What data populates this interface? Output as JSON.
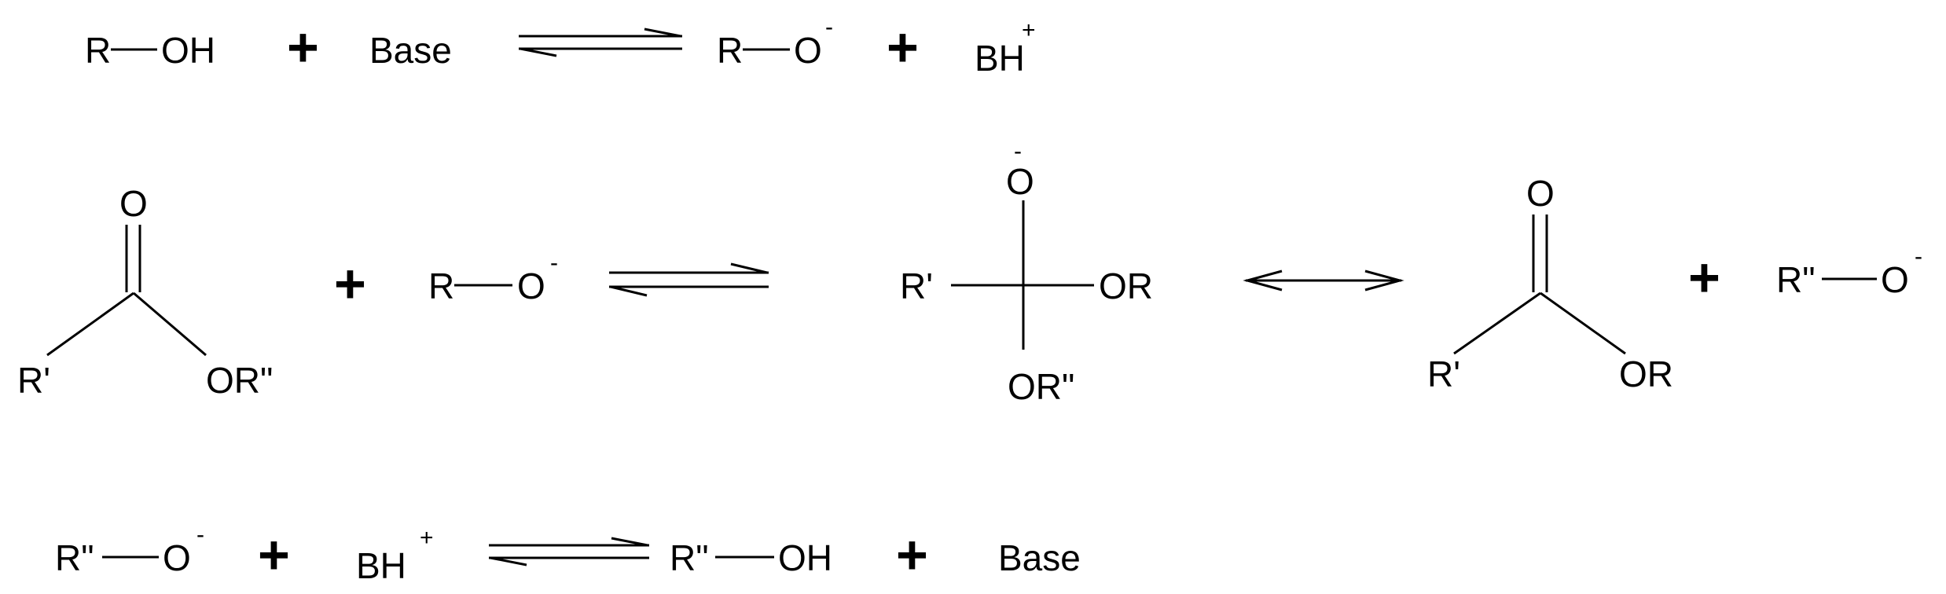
{
  "scheme": {
    "step1": {
      "r": "R",
      "oh": "OH",
      "plus1": "+",
      "base": "Base",
      "r2": "R",
      "o_minus": "O",
      "charge_minus": "-",
      "plus2": "+",
      "bh": "BH",
      "charge_plus": "+"
    },
    "step2": {
      "ester": {
        "o": "O",
        "r_prime": "R'",
        "or_dprime": "OR\""
      },
      "plus1": "+",
      "alkoxide": {
        "r": "R",
        "o": "O",
        "charge": "-"
      },
      "tetra": {
        "o_top": "O",
        "charge": "-",
        "r_prime": "R'",
        "or": "OR",
        "or_dprime": "OR\""
      },
      "product_ester": {
        "o": "O",
        "r_prime": "R'",
        "or": "OR"
      },
      "plus2": "+",
      "leaving": {
        "r_dprime": "R\"",
        "o": "O",
        "charge": "-"
      }
    },
    "step3": {
      "r_dprime": "R\"",
      "o": "O",
      "charge_minus": "-",
      "plus1": "+",
      "bh": "BH",
      "charge_plus": "+",
      "r_dprime2": "R\"",
      "oh": "OH",
      "plus2": "+",
      "base": "Base"
    }
  }
}
